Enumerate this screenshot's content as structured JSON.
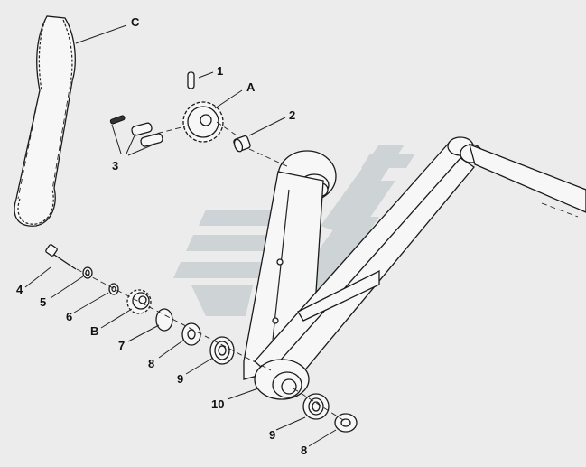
{
  "diagram": {
    "callouts": [
      {
        "id": "c-1",
        "label": "1"
      },
      {
        "id": "c-A",
        "label": "A"
      },
      {
        "id": "c-2",
        "label": "2"
      },
      {
        "id": "c-3",
        "label": "3"
      },
      {
        "id": "c-C",
        "label": "C"
      },
      {
        "id": "c-4",
        "label": "4"
      },
      {
        "id": "c-5",
        "label": "5"
      },
      {
        "id": "c-6",
        "label": "6"
      },
      {
        "id": "c-B",
        "label": "B"
      },
      {
        "id": "c-7",
        "label": "7"
      },
      {
        "id": "c-8a",
        "label": "8"
      },
      {
        "id": "c-9a",
        "label": "9"
      },
      {
        "id": "c-10",
        "label": "10"
      },
      {
        "id": "c-9b",
        "label": "9"
      },
      {
        "id": "c-8b",
        "label": "8"
      }
    ],
    "colors": {
      "background": "#ececec",
      "line": "#1a1a1a",
      "watermark": "#c9cfd3"
    }
  }
}
